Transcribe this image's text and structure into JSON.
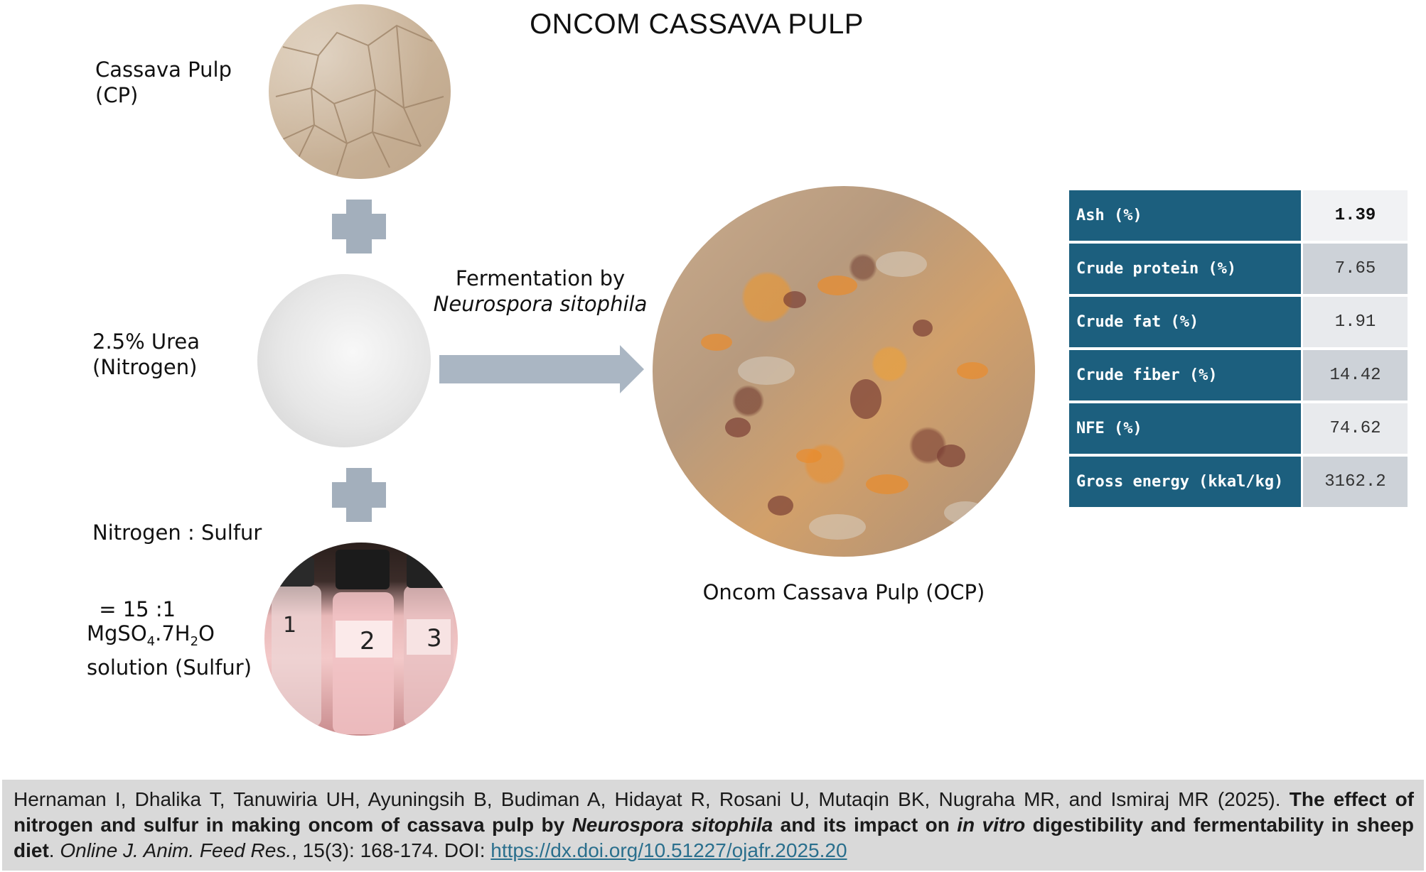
{
  "title": "ONCOM CASSAVA PULP",
  "inputs": {
    "cassava_pulp": {
      "line1": "Cassava Pulp",
      "line2": "(CP)"
    },
    "urea": {
      "line1": "2.5% Urea",
      "line2": "(Nitrogen)"
    },
    "ratio": {
      "line1": "Nitrogen : Sulfur",
      "line2": " = 15 :1"
    },
    "sulfur": {
      "formula_a": "MgSO",
      "sub1": "4",
      "formula_b": ".7H",
      "sub2": "2",
      "formula_c": "O",
      "line2": "solution (Sulfur)"
    }
  },
  "process": {
    "line1": "Fermentation by",
    "line2": "Neurospora sitophila"
  },
  "product": {
    "label": "Oncom Cassava Pulp (OCP)"
  },
  "bottle_labels": [
    "1",
    "2",
    "3"
  ],
  "nutrients": [
    {
      "name": "Ash (%)",
      "value": "1.39"
    },
    {
      "name": "Crude protein (%)",
      "value": "7.65"
    },
    {
      "name": "Crude fat (%)",
      "value": "1.91"
    },
    {
      "name": "Crude fiber (%)",
      "value": "14.42"
    },
    {
      "name": "NFE (%)",
      "value": "74.62"
    },
    {
      "name": "Gross energy (kkal/kg)",
      "value": "3162.2"
    }
  ],
  "citation": {
    "authors": "Hernaman I, Dhalika T, Tanuwiria UH, Ayuningsih B, Budiman A, Hidayat R, Rosani U, Mutaqin BK, Nugraha MR, and Ismiraj MR (2025). ",
    "title_a": "The effect of nitrogen and sulfur in making oncom of cassava pulp by ",
    "title_species": "Neurospora sitophila",
    "title_b": " and its impact on ",
    "title_invitro": "in vitro",
    "title_c": " digestibility and fermentability in sheep diet",
    "sep": ". ",
    "journal": "Online J. Anim. Feed Res.",
    "issue": ", 15(3): 168-174. DOI: ",
    "doi": "https://dx.doi.org/10.51227/ojafr.2025.20"
  },
  "colors": {
    "table_header": "#1c5f7e",
    "plus": "#a3afbc",
    "arrow": "#aab6c3",
    "citation_bg": "#d9d9d9",
    "link": "#2a6f8d"
  }
}
